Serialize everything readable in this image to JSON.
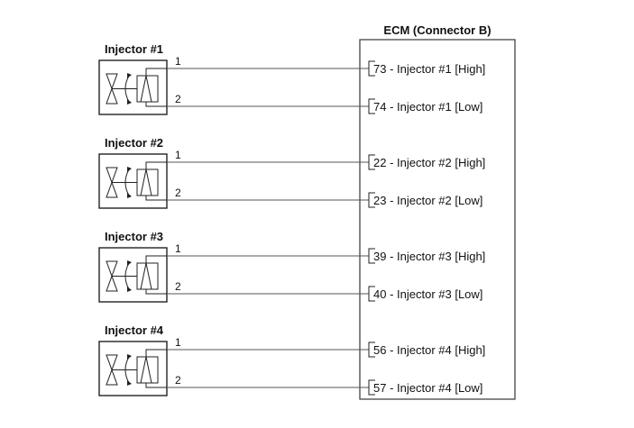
{
  "ecm": {
    "title": "ECM (Connector B)"
  },
  "injectors": [
    {
      "title": "Injector #1",
      "pins": [
        {
          "number": "1",
          "terminal": "73 - Injector #1 [High]"
        },
        {
          "number": "2",
          "terminal": "74 - Injector #1 [Low]"
        }
      ]
    },
    {
      "title": "Injector #2",
      "pins": [
        {
          "number": "1",
          "terminal": "22 - Injector #2 [High]"
        },
        {
          "number": "2",
          "terminal": "23 - Injector #2 [Low]"
        }
      ]
    },
    {
      "title": "Injector #3",
      "pins": [
        {
          "number": "1",
          "terminal": "39 - Injector #3 [High]"
        },
        {
          "number": "2",
          "terminal": "40 - Injector #3 [Low]"
        }
      ]
    },
    {
      "title": "Injector #4",
      "pins": [
        {
          "number": "1",
          "terminal": "56 - Injector #4 [High]"
        },
        {
          "number": "2",
          "terminal": "57 - Injector #4 [Low]"
        }
      ]
    }
  ],
  "colors": {
    "line": "#222222",
    "wire": "#555555",
    "ecm_border": "#666666"
  }
}
